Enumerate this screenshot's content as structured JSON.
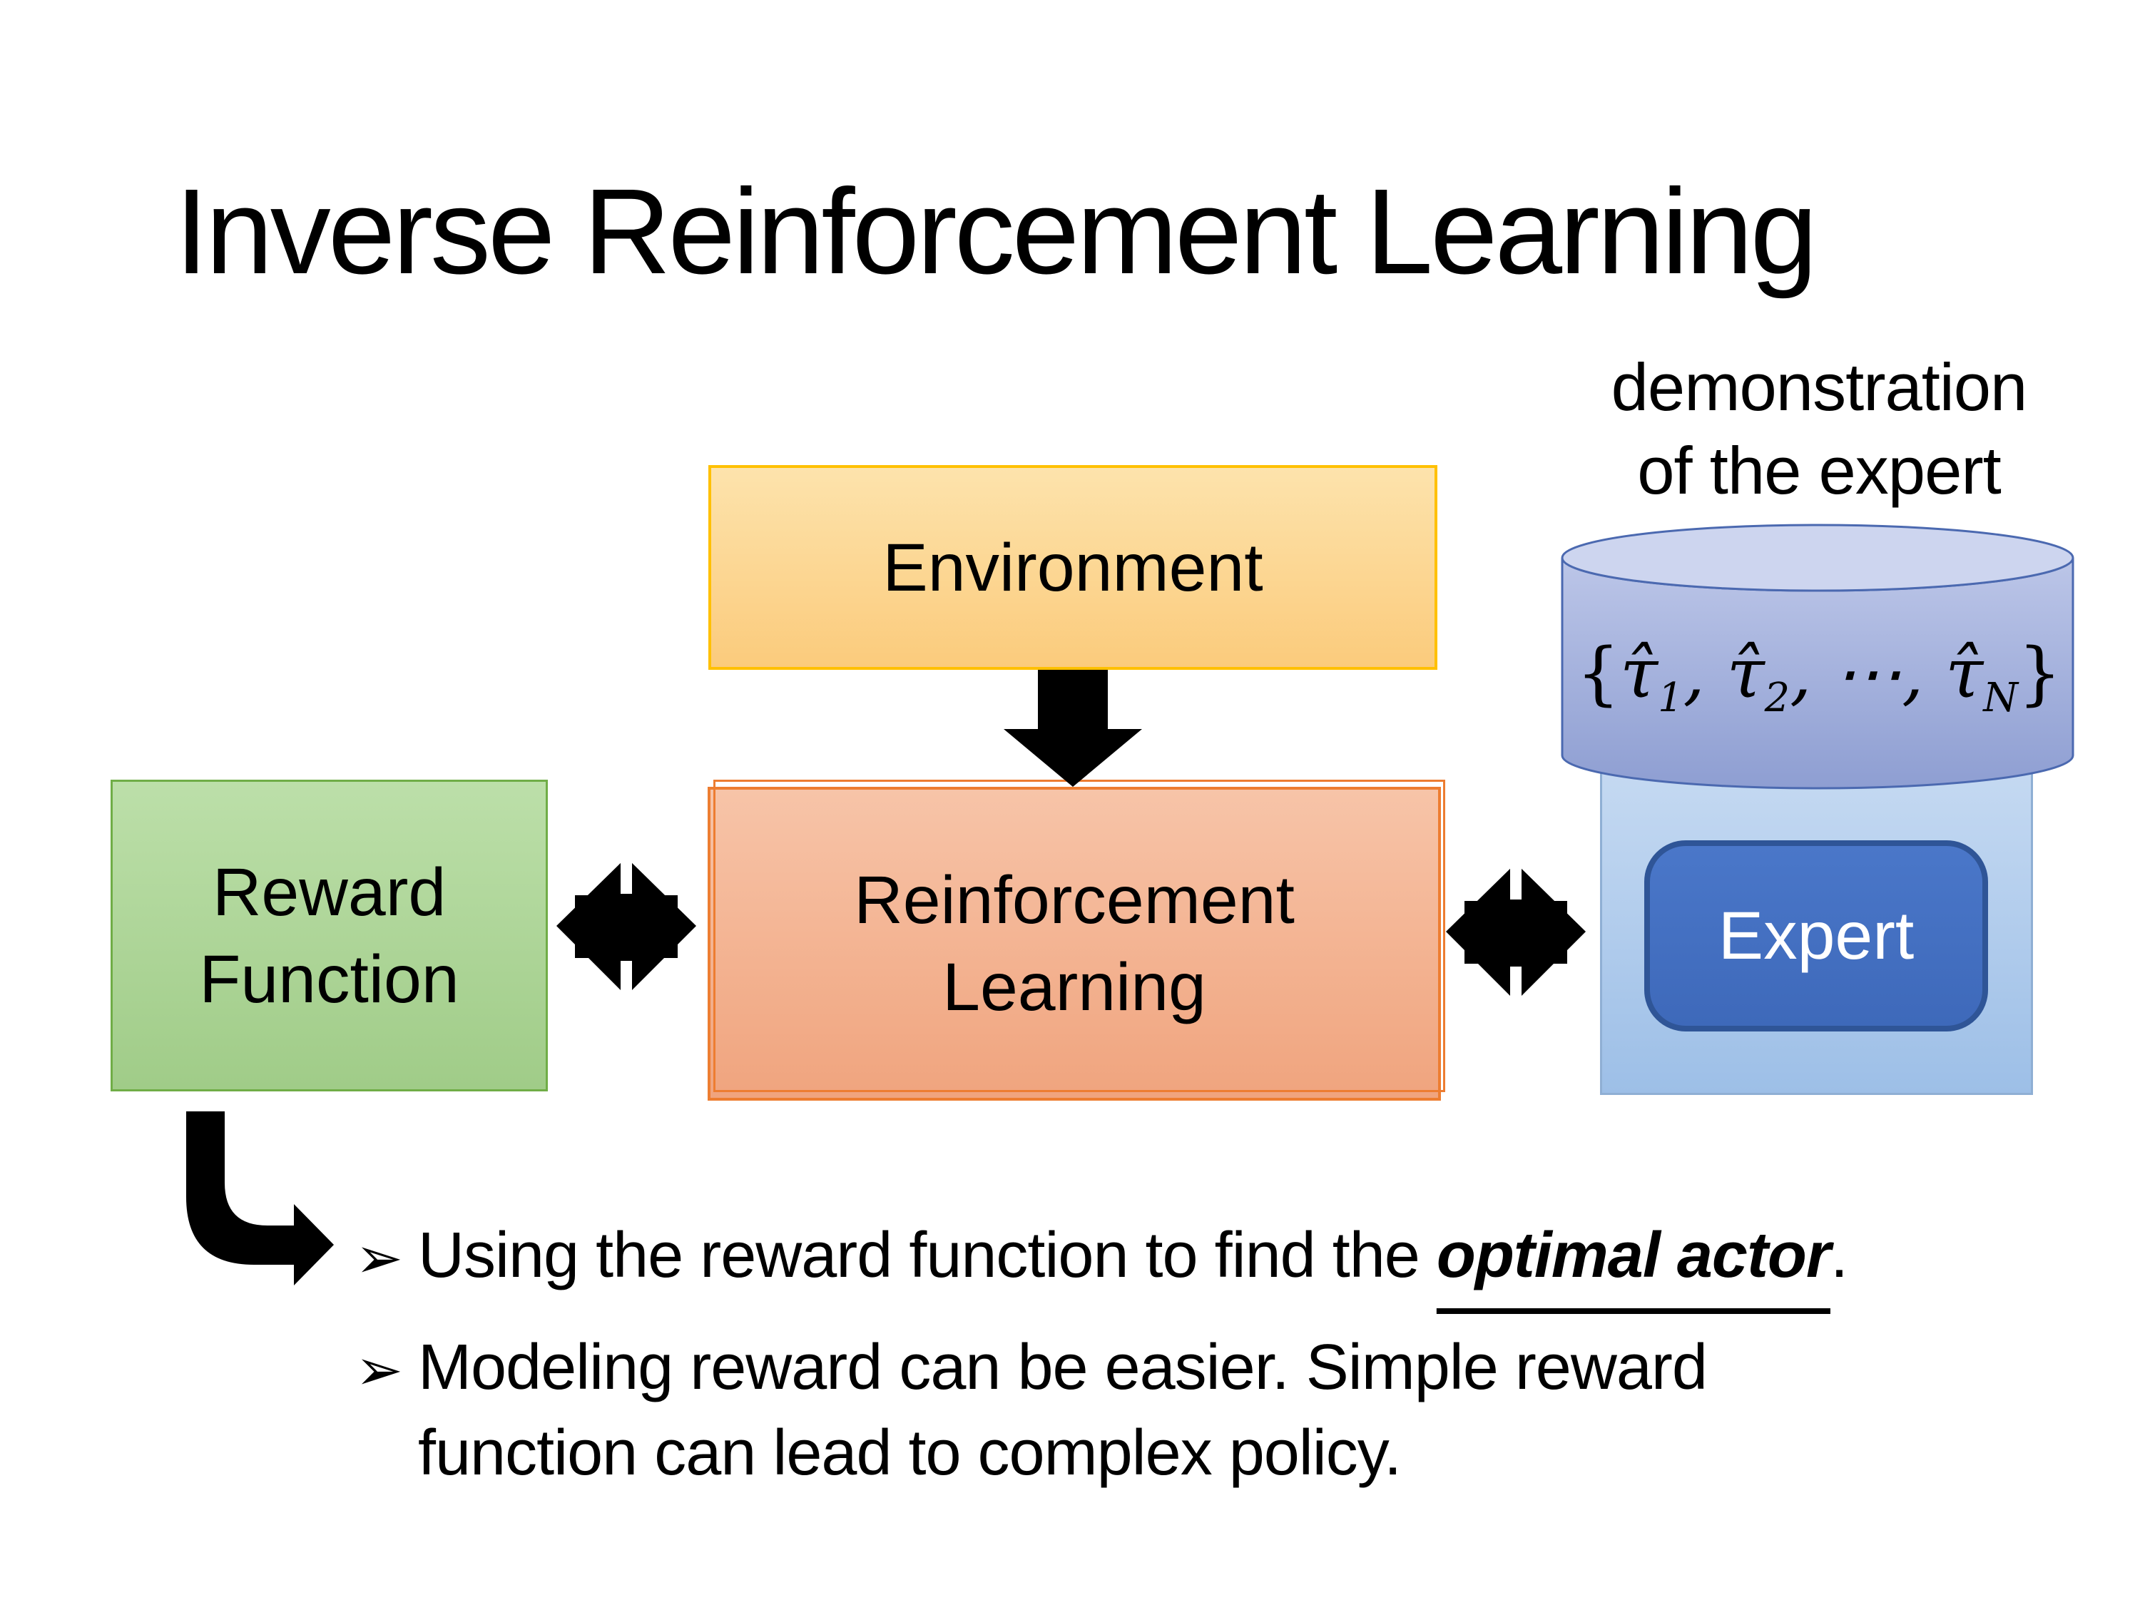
{
  "slide": {
    "title": "Inverse Reinforcement Learning",
    "expert_annotation": {
      "lines": [
        "demonstration",
        "of the expert"
      ]
    },
    "environment_box": {
      "label": "Environment"
    },
    "reward_function_box": {
      "lines": [
        "Reward",
        "Function"
      ]
    },
    "reinforcement_learning_box": {
      "lines": [
        "Reinforcement",
        "Learning"
      ]
    },
    "expert_panel": {
      "button_label": "Expert"
    },
    "demonstration_set": {
      "open_brace": "{",
      "close_brace": "}",
      "tau_hat": "τ̂",
      "separator": ", ",
      "ellipsis": "⋯",
      "items": [
        {
          "type": "tau",
          "sub": "1"
        },
        {
          "type": "tau",
          "sub": "2"
        },
        {
          "type": "ellipsis"
        },
        {
          "type": "tau",
          "sub": "N"
        }
      ]
    },
    "bullets": [
      {
        "segments": [
          {
            "text": "Using the reward function to find the "
          },
          {
            "text": "optimal actor",
            "emphasis": true
          },
          {
            "text": "."
          }
        ]
      },
      {
        "segments": [
          {
            "text": "Modeling reward can be easier. Simple reward"
          },
          {
            "br": true
          },
          {
            "text": "function can lead to complex policy."
          }
        ]
      }
    ],
    "bullet_glyph": "➢",
    "icons": [
      "down-arrow-icon",
      "exchange-arrow-left-icon",
      "exchange-arrow-right-icon",
      "elbow-arrow-icon",
      "database-cylinder-icon",
      "arrow-bullet-icon"
    ],
    "colors": {
      "background": "#FFFFFF",
      "text": "#000000",
      "arrow": "#000000",
      "environment_fill_top": "#FDE3AC",
      "environment_fill_bottom": "#FBCB7C",
      "environment_border": "#FFC000",
      "reward_fill_top": "#BCDFA9",
      "reward_fill_bottom": "#A0CC88",
      "reward_border": "#70AD47",
      "rl_fill_top": "#F7C4A8",
      "rl_fill_bottom": "#F0A47E",
      "rl_border": "#ED7D31",
      "expert_panel_fill_top": "#C6DAF2",
      "expert_panel_fill_bottom": "#9DBFE7",
      "expert_panel_border": "#8FAFD4",
      "expert_button_fill": "#4472C4",
      "expert_button_border": "#2F5597",
      "expert_button_text": "#FFFFFF",
      "cylinder_fill_top": "#BCC6E8",
      "cylinder_fill_bottom": "#8E9ED2",
      "cylinder_top_fill": "#CDD5EF",
      "cylinder_border": "#4B69B0"
    }
  }
}
